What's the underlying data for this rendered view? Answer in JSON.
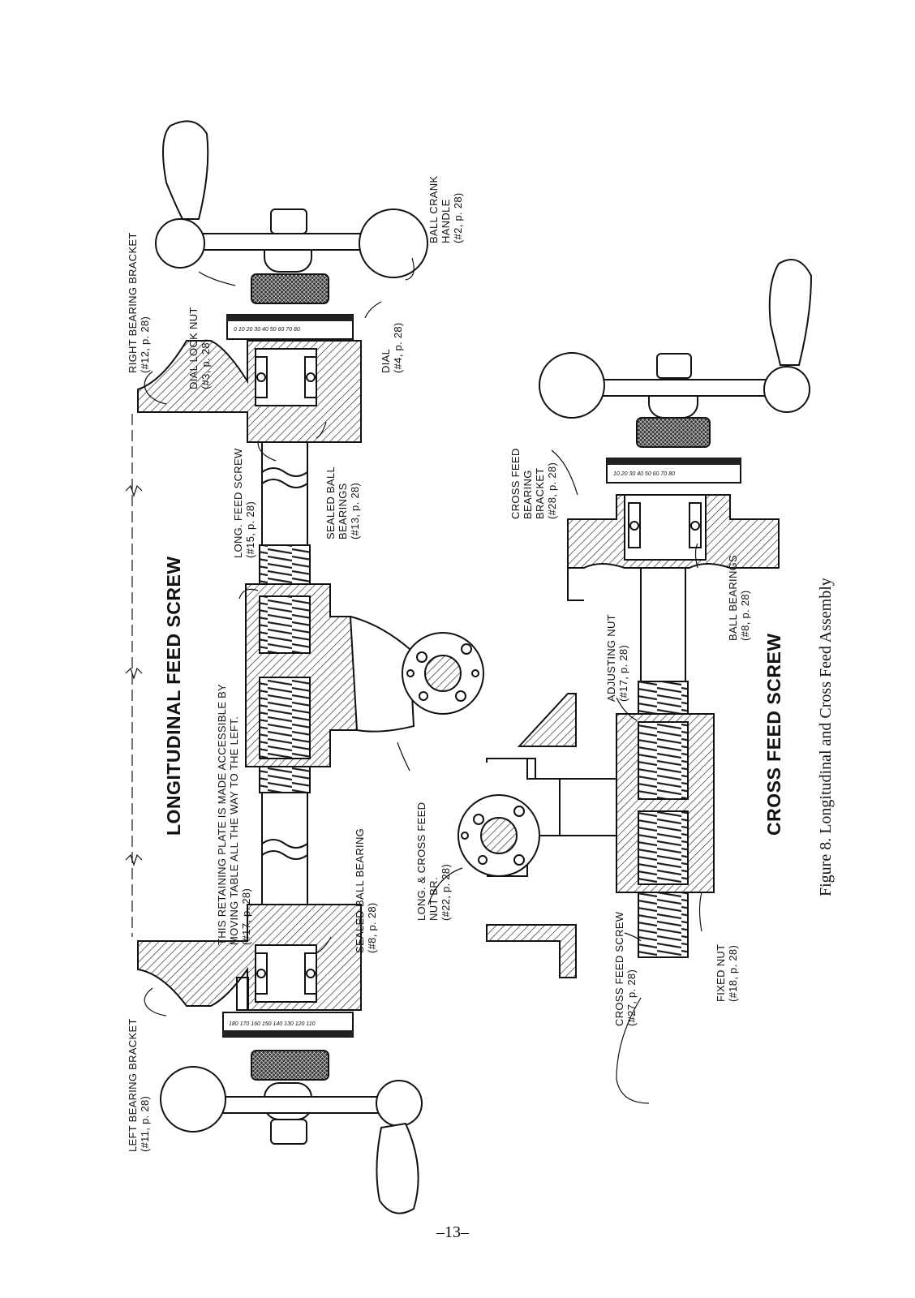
{
  "figure": {
    "caption": "Figure 8. Longitudinal and Cross Feed Assembly",
    "page_number": "–13–"
  },
  "longitudinal": {
    "title": "LONGITUDINAL  FEED SCREW",
    "labels": {
      "right_bearing_bracket": [
        "RIGHT BEARING BRACKET",
        "(#12, p. 28)"
      ],
      "dial_lock_nut": [
        "DIAL LOCK NUT",
        "(#3, p. 28)"
      ],
      "ball_crank_handle": [
        "BALL CRANK",
        "HANDLE",
        "(#2, p. 28)"
      ],
      "dial": [
        "DIAL",
        "(#4, p. 28)"
      ],
      "long_feed_screw": [
        "LONG.  FEED SCREW",
        "(#15, p. 28)"
      ],
      "sealed_ball_bearings": [
        "SEALED BALL",
        "BEARINGS",
        "(#13, p. 28)"
      ],
      "retaining_plate_note": [
        "THIS RETAINING PLATE  IS MADE ACCESSIBLE BY",
        "MOVING TABLE ALL THE  WAY TO THE LEFT.",
        "(#17, p. 28)"
      ],
      "sealed_ball_bearing": [
        "SEALED BALL BEARING",
        "(#8, p. 28)"
      ],
      "long_cross_feed_nut": [
        "LONG. & CROSS FEED",
        "NUT BR.",
        "(#22, p. 28)"
      ],
      "left_bearing_bracket": [
        "LEFT BEARING BRACKET",
        "(#11, p. 28)"
      ]
    },
    "dial_marks_right": "0   10   20   30   40   50   60   70   80",
    "dial_marks_left": "180  170  160  150  140  130  120  110"
  },
  "cross": {
    "title": "CROSS  FEED SCREW",
    "labels": {
      "cross_feed_bearing_bracket": [
        "CROSS FEED",
        "BEARING",
        "BRACKET",
        "(#28, p. 28)"
      ],
      "ball_bearings": [
        "BALL BEARINGS",
        "(#8, p. 28)"
      ],
      "adjusting_nut": [
        "ADJUSTING NUT",
        "(#17, p. 28)"
      ],
      "cross_feed_screw": [
        "CROSS FEED SCREW",
        "(#27, p. 28)"
      ],
      "fixed_nut": [
        "FIXED NUT",
        "(#18, p. 28)"
      ]
    },
    "dial_marks": "10   20   30   40   50   60   70   80"
  }
}
